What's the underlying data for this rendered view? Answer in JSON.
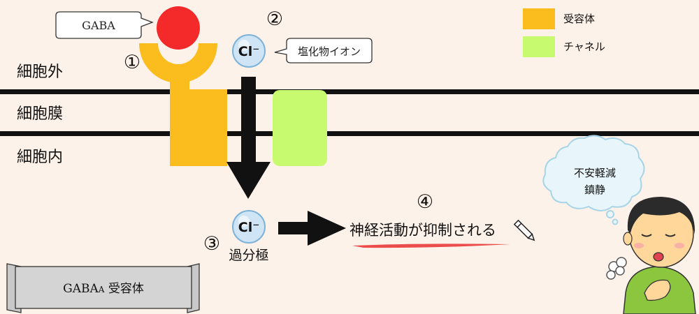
{
  "region_labels": {
    "outside": "細胞外",
    "membrane": "細胞膜",
    "inside": "細胞内"
  },
  "gaba_label": "GABA",
  "chloride_label": "Cl⁻",
  "chloride_callout": "塩化物イオン",
  "steps": {
    "one": "①",
    "two": "②",
    "three": "③",
    "four": "④"
  },
  "hyperpolarization": "過分極",
  "result_text": "神経活動が抑制される",
  "thought_bubble": {
    "line1": "不安軽減",
    "line2": "鎮静"
  },
  "legend": {
    "receptor": "受容体",
    "channel": "チャネル"
  },
  "banner": {
    "main": "GABA",
    "subscript": "A",
    "rest": " 受容体"
  },
  "colors": {
    "background": "#fdf2e9",
    "receptor": "#fbbc1e",
    "channel": "#c8fa6f",
    "gaba": "#f42a2a",
    "membrane_line": "#111111",
    "underline": "#e83030",
    "ion_fill": "#cfe4f4",
    "ion_stroke": "#7eb3d9",
    "bubble_fill": "#e8f6fb",
    "bubble_stroke": "#a7d4e8",
    "banner_fill": "#d4d4d4",
    "shirt": "#8cc63f",
    "skin": "#ffd79a",
    "hair": "#2b2b2b"
  },
  "icons": [
    "pencil-icon",
    "breath-puff-icon"
  ]
}
